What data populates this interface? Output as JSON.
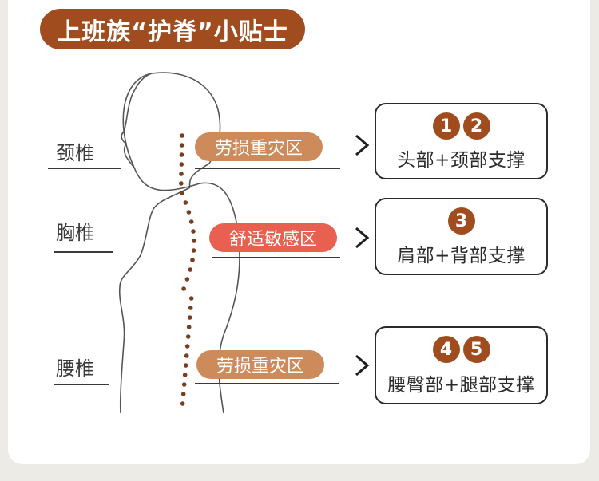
{
  "title": "上班族“护脊”小贴士",
  "colors": {
    "brown": "#a14c1f",
    "tan": "#cd8a5b",
    "coral": "#e8604f",
    "number": "#a14c1f",
    "dots": "#7a3e1f"
  },
  "sections": [
    {
      "label": "颈椎",
      "tag": "劳损重灾区",
      "tag_color": "#cd8a5b",
      "numbers": [
        "1",
        "2"
      ],
      "support": "头部+颈部支撑"
    },
    {
      "label": "胸椎",
      "tag": "舒适敏感区",
      "tag_color": "#e8604f",
      "numbers": [
        "3"
      ],
      "support": "肩部+背部支撑"
    },
    {
      "label": "腰椎",
      "tag": "劳损重灾区",
      "tag_color": "#cd8a5b",
      "numbers": [
        "4",
        "5"
      ],
      "support": "腰臀部+腿部支撑"
    }
  ]
}
